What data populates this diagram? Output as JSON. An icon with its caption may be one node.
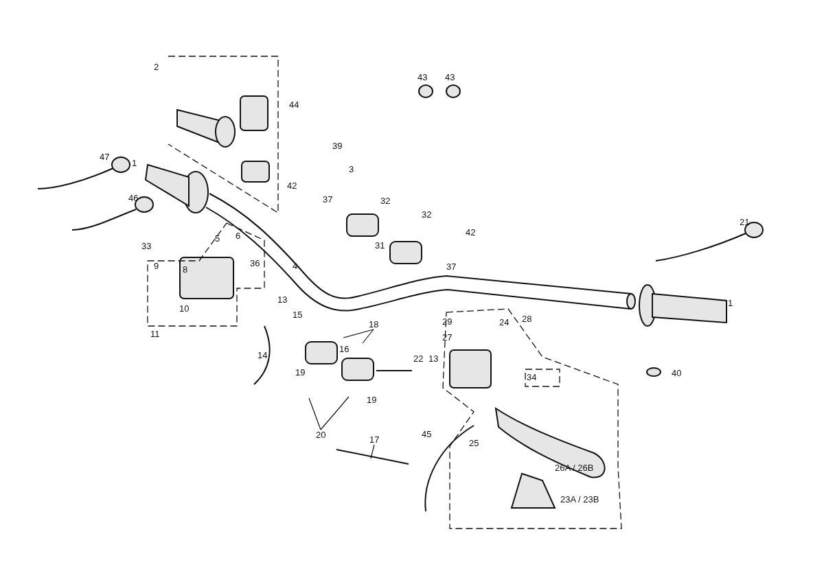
{
  "diagram": {
    "nodes": [
      {
        "text": [
          "18"
        ]
      },
      {
        "text": [
          "20"
        ]
      },
      {
        "text": [
          "17"
        ]
      }
    ],
    "edges": [
      {
        "from": 0,
        "to": null,
        "arrow": "none"
      },
      {
        "from": 0,
        "to": null,
        "arrow": "none"
      },
      {
        "from": 1,
        "to": null,
        "arrow": "none"
      },
      {
        "from": 1,
        "to": null,
        "arrow": "none"
      },
      {
        "from": 2,
        "to": null,
        "arrow": "none"
      }
    ],
    "labels": [
      "43",
      "43",
      "2",
      "44",
      "47",
      "1",
      "39",
      "3",
      "46",
      "42",
      "37",
      "32",
      "32",
      "21",
      "33",
      "5",
      "6",
      "31",
      "36",
      "8",
      "9",
      "37",
      "42",
      "4",
      "10",
      "13",
      "1",
      "15",
      "11",
      "29",
      "24",
      "28",
      "27",
      "16",
      "22",
      "13",
      "19",
      "14",
      "34",
      "40",
      "19",
      "45",
      "25",
      "26A / 26B",
      "23A / 23B"
    ]
  }
}
